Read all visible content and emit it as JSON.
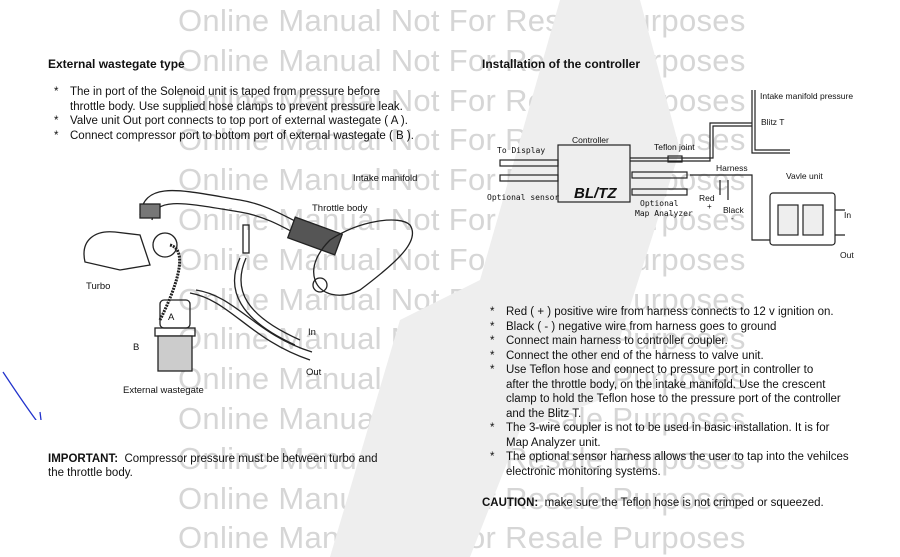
{
  "watermark_text": "Online Manual Not For Resale Purposes",
  "left": {
    "heading": "External wastegate type",
    "bullets": [
      "The in port of the Solenoid unit is taped from pressure before",
      "throttle body.  Use supplied hose clamps to prevent pressure leak.",
      "Valve unit Out port connects to top port of external wastegate ( A ).",
      "Connect compressor port to bottom port of external wastegate ( B )."
    ],
    "diagram_labels": {
      "intake_manifold": "Intake manifold",
      "throttle_body": "Throttle body",
      "turbo": "Turbo",
      "a": "A",
      "b": "B",
      "in": "In",
      "out": "Out",
      "external_wastegate": "External wastegate"
    },
    "important_label": "IMPORTANT:",
    "important_text": "Compressor pressure must be between turbo and",
    "important_text2": "the throttle body."
  },
  "right": {
    "heading": "Installation of the controller",
    "diagram_labels": {
      "intake_pressure": "Intake manifold pressure",
      "blitz_t": "Blitz T",
      "controller": "Controller",
      "to_display": "To Display",
      "teflon_joint": "Teflon joint",
      "harness": "Harness",
      "valve_unit": "Vavle unit",
      "optional_sensor": "Optional sensor",
      "optional": "Optional",
      "map_analyzer": "Map Analyzer",
      "red": "Red",
      "plus": "+",
      "black": "Black",
      "minus": "-",
      "in": "In",
      "out": "Out",
      "logo": "BL/TZ"
    },
    "bullets": [
      "Red ( + ) positive wire from harness connects to 12 v ignition on.",
      "Black ( - ) negative wire from harness goes to ground",
      "Connect main harness to controller coupler.",
      "Connect the other end of the harness to valve unit.",
      "Use Teflon hose and connect to pressure port in controller to",
      "The 3-wire coupler is not to be used in basic installation.  It is for",
      "The optional sensor harness allows the user to tap into the vehilces"
    ],
    "cont": [
      "after the throttle body, on the intake manifold.  Use the crescent",
      "clamp to hold the Teflon hose to the pressure port of the controller",
      "and the Blitz T.",
      "Map Analyzer unit.",
      "electronic monitoring systems."
    ],
    "caution_label": "CAUTION:",
    "caution_text": "make sure the Teflon hose is not crimped or squeezed."
  }
}
